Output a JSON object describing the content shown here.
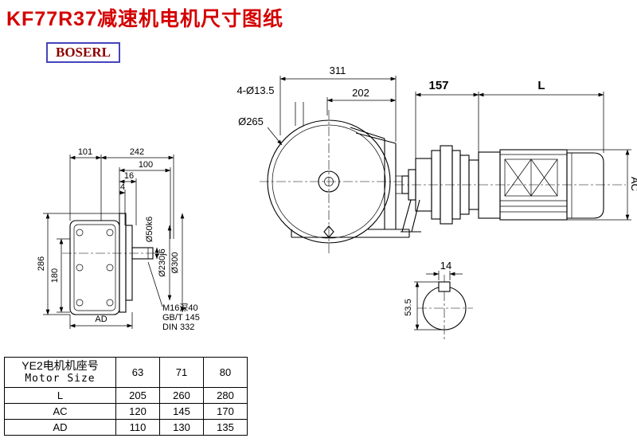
{
  "title": "KF77R37减速机电机尺寸图纸",
  "brand": "BOSERL",
  "colors": {
    "title": "#d40000",
    "brand_text": "#8a0000",
    "brand_border": "#4444bb",
    "line": "#000000"
  },
  "views": {
    "side": {
      "d101": "101",
      "d242": "242",
      "d100": "100",
      "d16": "16",
      "d4": "4",
      "d286": "286",
      "d180": "180",
      "dAD": "AD",
      "d50": "Ø50k6",
      "d230": "Ø230j6",
      "d300": "Ø300",
      "note1": "M16深40",
      "note2": "GB/T 145",
      "note3": "DIN 332"
    },
    "front": {
      "d311": "311",
      "d202": "202",
      "holes": "4-Ø13.5",
      "d265": "Ø265"
    },
    "motor": {
      "d157": "157",
      "dL": "L",
      "dAC": "AC"
    },
    "shaft": {
      "d14": "14",
      "d53": "53.5"
    }
  },
  "table": {
    "header_cn": "YE2电机机座号",
    "header_en": "Motor Size",
    "sizes": [
      "63",
      "71",
      "80"
    ],
    "rows": [
      {
        "label": "L",
        "values": [
          "205",
          "260",
          "280"
        ]
      },
      {
        "label": "AC",
        "values": [
          "120",
          "145",
          "170"
        ]
      },
      {
        "label": "AD",
        "values": [
          "110",
          "130",
          "135"
        ]
      }
    ]
  }
}
